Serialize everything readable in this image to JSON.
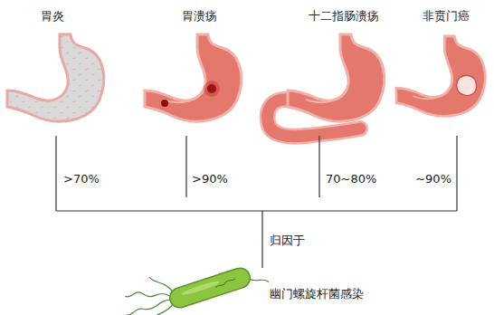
{
  "diagram": {
    "labels": [
      "胃炎",
      "胃溃疡",
      "十二指肠溃疡",
      "非贲门癌",
      ">70%",
      ">90%",
      "70~80%",
      "~90%",
      "归因于",
      "幽门螺旋杆菌感染"
    ]
  }
}
